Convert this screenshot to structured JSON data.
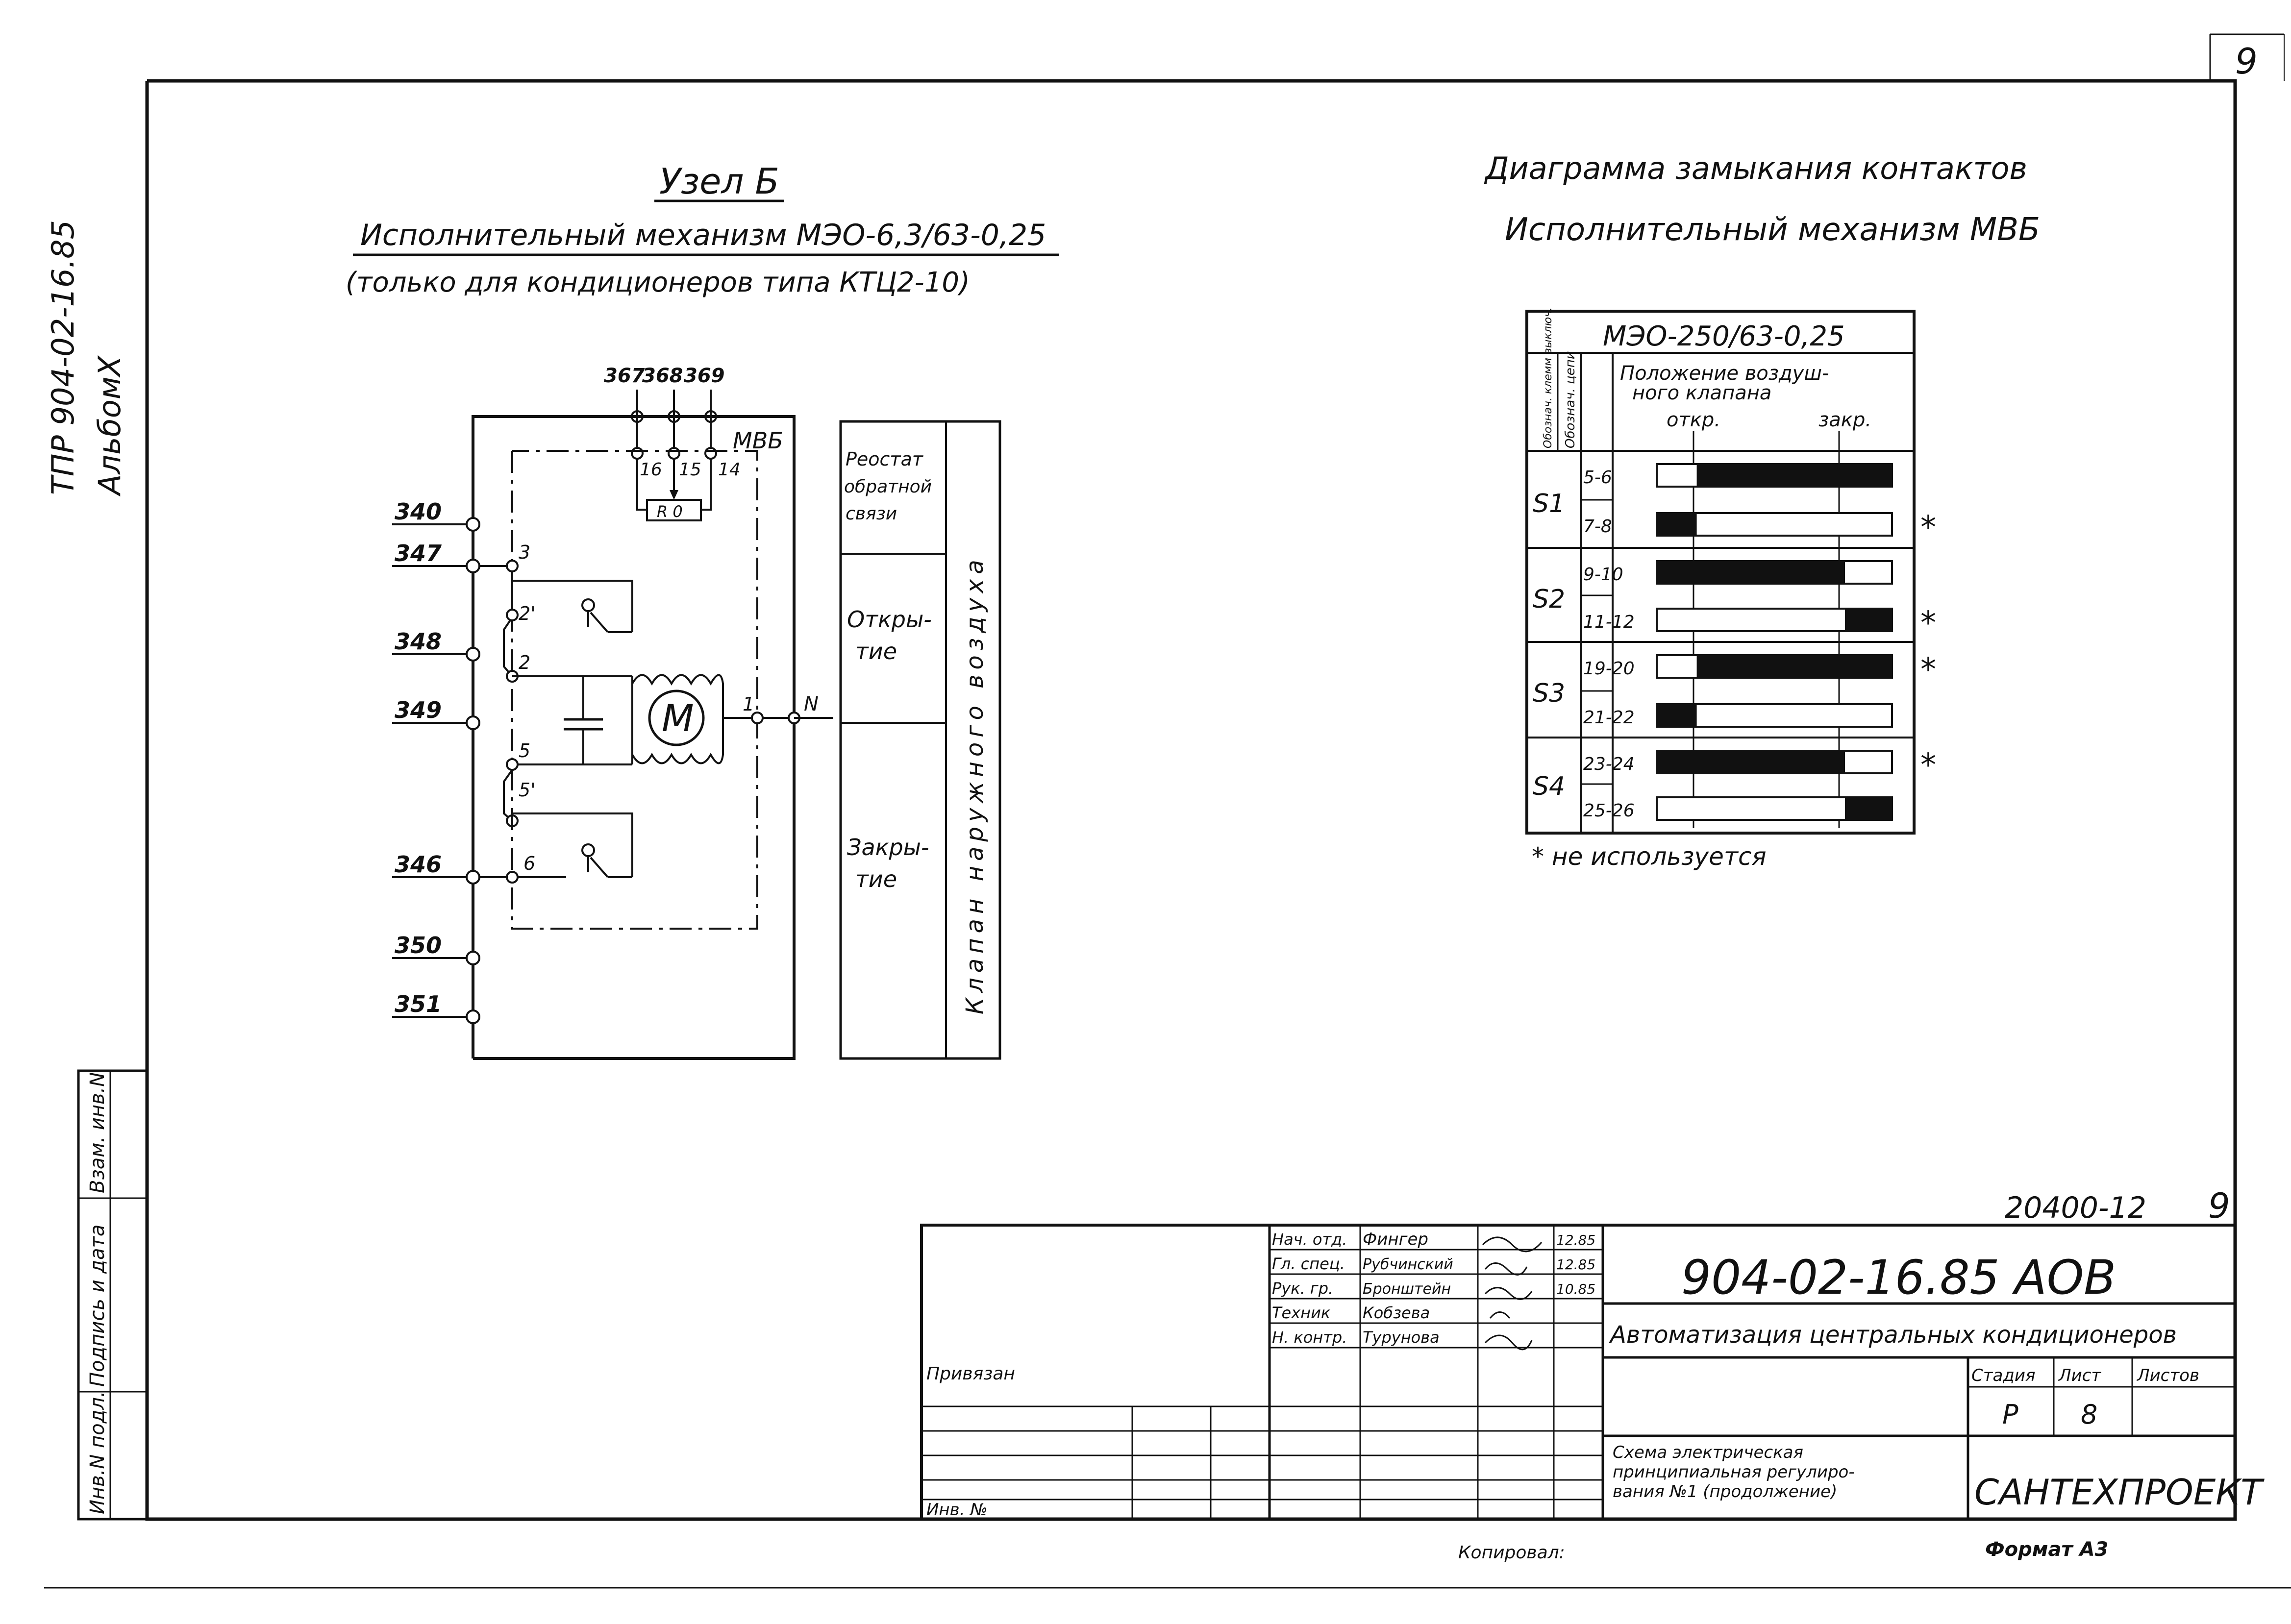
{
  "sheet_number_corner": "9",
  "side_label": {
    "line1": "ТПР 904-02-16.85",
    "line2": "АльбомX"
  },
  "node_title": "Узел Б",
  "node_mechanism": "Исполнительный механизм МЭО-6,3/63-0,25",
  "node_note": "(только для кондиционеров типа КТЦ2-10)",
  "diagram_title": "Диаграмма замыкания контактов",
  "diagram_subtitle": "Исполнительный механизм МВБ",
  "schematic": {
    "top_terminals": [
      "367",
      "368",
      "369"
    ],
    "block_label": "МВБ",
    "inner_pins": [
      "16",
      "15",
      "14"
    ],
    "rheo_label": "R 0",
    "left_wires": [
      "340",
      "347",
      "348",
      "349",
      "346",
      "350",
      "351"
    ],
    "nodes": {
      "n3": "3",
      "n2p": "2'",
      "n2": "2",
      "n5": "5",
      "n5p": "5'",
      "n6": "6",
      "n1": "1",
      "nN": "N"
    },
    "motor_symbol": "M"
  },
  "legend_table": {
    "rows": [
      "Реостат обратной связи",
      "Открытие",
      "Закрытие"
    ],
    "vertical": "Клапан наружного воздуха"
  },
  "contact_table": {
    "header": "МЭО-250/63-0,25",
    "col1": "Обознач. клемм выключ.",
    "col2": "Обознач. цепи",
    "pos_header": "Положение воздушного клапана",
    "open": "откр.",
    "closed": "закр.",
    "groups": [
      {
        "name": "S1",
        "rows": [
          {
            "circuit": "5-6",
            "closed_from": 0.17,
            "closed_to": 1.0,
            "unused": false
          },
          {
            "circuit": "7-8",
            "closed_from": 0.0,
            "closed_to": 0.17,
            "unused": true
          }
        ]
      },
      {
        "name": "S2",
        "rows": [
          {
            "circuit": "9-10",
            "closed_from": 0.0,
            "closed_to": 0.8,
            "unused": false
          },
          {
            "circuit": "11-12",
            "closed_from": 0.8,
            "closed_to": 1.0,
            "unused": true
          }
        ]
      },
      {
        "name": "S3",
        "rows": [
          {
            "circuit": "19-20",
            "closed_from": 0.17,
            "closed_to": 1.0,
            "unused": true
          },
          {
            "circuit": "21-22",
            "closed_from": 0.0,
            "closed_to": 0.17,
            "unused": false
          }
        ]
      },
      {
        "name": "S4",
        "rows": [
          {
            "circuit": "23-24",
            "closed_from": 0.0,
            "closed_to": 0.8,
            "unused": true
          },
          {
            "circuit": "25-26",
            "closed_from": 0.8,
            "closed_to": 1.0,
            "unused": false
          }
        ]
      }
    ],
    "unused_mark": "*",
    "footnote": "* не используется"
  },
  "left_strip": [
    "Инв.N подл.",
    "Подпись и дата",
    "Взам. инв.N"
  ],
  "title_block": {
    "number_top": "20400-12",
    "sheet_top": "9",
    "doc_number": "904-02-16.85 АОВ",
    "subtitle": "Автоматизация центральных кондиционеров",
    "drawing_name": "Схема электрическая принципиальная регулирования №1 (продолжение)",
    "org": "САНТЕХПРОЕКТ",
    "stage_header": "Стадия",
    "sheet_header": "Лист",
    "sheets_header": "Листов",
    "stage": "Р",
    "sheet": "8",
    "sheets": "",
    "signatures": [
      {
        "role": "Нач. отд.",
        "name": "Фингер",
        "date": "12.85"
      },
      {
        "role": "Гл. спец.",
        "name": "Рубчинский",
        "date": "12.85"
      },
      {
        "role": "Рук. гр.",
        "name": "Бронштейн",
        "date": "10.85"
      },
      {
        "role": "Техник",
        "name": "Кобзева",
        "date": ""
      },
      {
        "role": "Н. контр.",
        "name": "Турунова",
        "date": ""
      }
    ],
    "privyazan": "Привязан",
    "inv_no": "Инв. №",
    "copied": "Копировал:",
    "format": "Формат А3"
  }
}
